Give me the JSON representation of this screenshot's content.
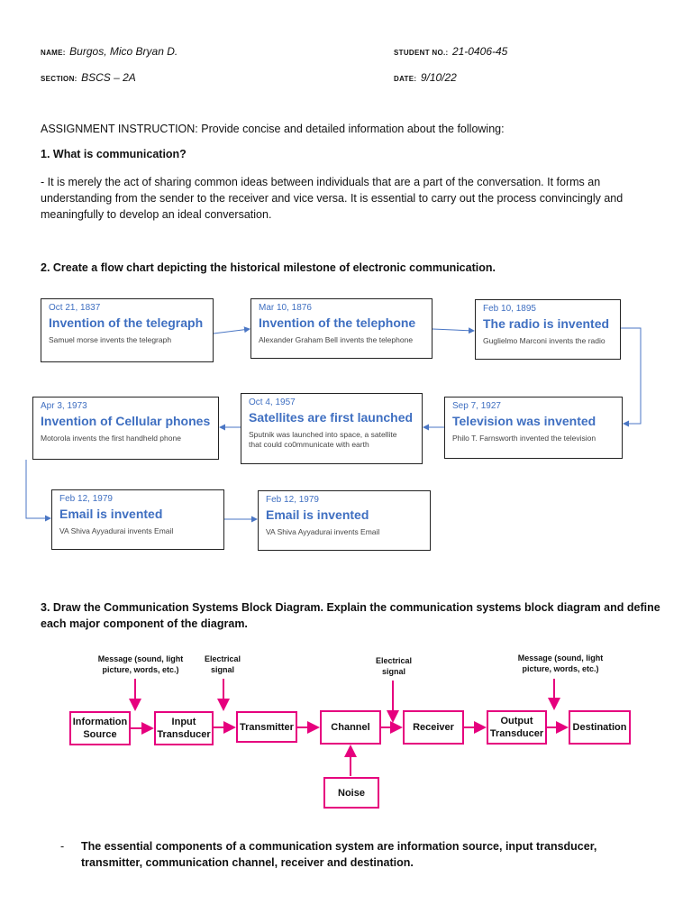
{
  "header": {
    "name_label": "NAME:",
    "name_value": "Burgos, Mico Bryan D.",
    "student_no_label": "STUDENT NO.:",
    "student_no_value": "21-0406-45",
    "section_label": "SECTION:",
    "section_value": "BSCS – 2A",
    "date_label": "DATE:",
    "date_value": "9/10/22"
  },
  "instruction": "ASSIGNMENT INSTRUCTION: Provide concise and detailed information about the following:",
  "q1": {
    "title": "1. What is communication?",
    "answer_line1": "- It is merely the act of sharing common ideas between individuals that are a part of the conversation. It forms an",
    "answer_line2": "understanding from the sender to the receiver and vice versa. It is essential to carry out the process convincingly and",
    "answer_line3": "meaningfully to develop an ideal conversation."
  },
  "q2": {
    "title": "2. Create a flow chart depicting the historical milestone of electronic communication.",
    "milestones": [
      {
        "date": "Oct 21, 1837",
        "title": "Invention of the telegraph",
        "desc": "Samuel morse invents the telegraph"
      },
      {
        "date": "Mar 10, 1876",
        "title": "Invention of the telephone",
        "desc": "Alexander Graham Bell invents the telephone"
      },
      {
        "date": "Feb 10, 1895",
        "title": "The radio is invented",
        "desc": "Guglielmo Marconi invents the radio"
      },
      {
        "date": "Sep 7, 1927",
        "title": "Television was invented",
        "desc": "Philo T. Farnsworth invented the television"
      },
      {
        "date": "Oct 4, 1957",
        "title": "Satellites are first launched",
        "desc": "Sputnik was launched into space, a satellite that could co0mmunicate with earth"
      },
      {
        "date": "Apr 3, 1973",
        "title": "Invention of Cellular phones",
        "desc": "Motorola invents the first handheld phone"
      },
      {
        "date": "Feb 12, 1979",
        "title": "Email is invented",
        "desc": "VA Shiva Ayyadurai invents Email"
      },
      {
        "date": "Feb 12, 1979",
        "title": "Email is invented",
        "desc": "VA Shiva Ayyadurai invents Email"
      }
    ]
  },
  "q3": {
    "title_line1": "3. Draw the Communication Systems Block Diagram. Explain the communication systems block diagram and define",
    "title_line2": "each major component of the diagram.",
    "labels": {
      "message_left": "Message (sound, light picture, words, etc.)",
      "electrical_left": "Electrical signal",
      "electrical_mid": "Electrical signal",
      "message_right": "Message (sound, light picture, words, etc.)"
    },
    "blocks": {
      "info_source": "Information Source",
      "input_transducer": "Input Transducer",
      "transmitter": "Transmitter",
      "channel": "Channel",
      "receiver": "Receiver",
      "output_transducer": "Output Transducer",
      "destination": "Destination",
      "noise": "Noise"
    },
    "bullet_dash": "-",
    "bullet_text": "The essential components of a communication system are information source, input transducer, transmitter, communication channel, receiver and destination."
  },
  "colors": {
    "accent_blue": "#3f6fc1",
    "diagram_pink": "#e6007e"
  }
}
